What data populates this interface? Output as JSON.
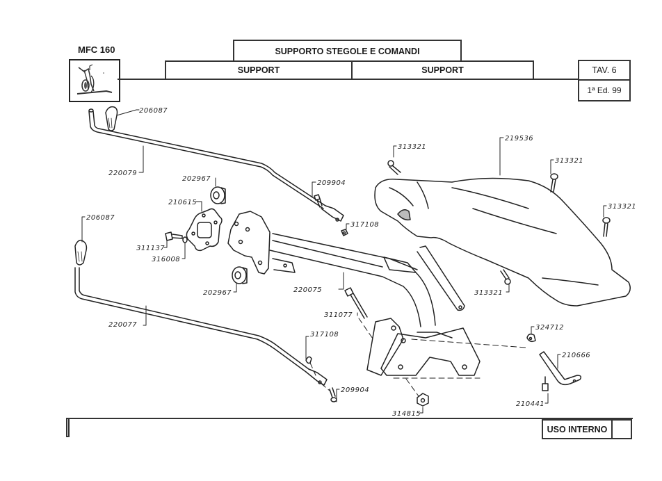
{
  "header": {
    "model": "MFC 160",
    "title_it": "SUPPORTO STEGOLE E COMANDI",
    "title_fr": "SUPPORT",
    "title_en": "SUPPORT",
    "plate": "TAV. 6",
    "edition": "1ª Ed. 99"
  },
  "footer": {
    "usage_label": "USO INTERNO"
  },
  "parts": [
    {
      "id": "p1",
      "code": "206087",
      "name": "grip-knob-upper"
    },
    {
      "id": "p2",
      "code": "220079",
      "name": "control-rod-upper"
    },
    {
      "id": "p3",
      "code": "202967",
      "name": "rubber-bushing-upper"
    },
    {
      "id": "p4",
      "code": "210615",
      "name": "flange-plate"
    },
    {
      "id": "p5",
      "code": "311137",
      "name": "bolt"
    },
    {
      "id": "p6",
      "code": "316008",
      "name": "washer"
    },
    {
      "id": "p7",
      "code": "209904",
      "name": "clevis-pin-upper"
    },
    {
      "id": "p8",
      "code": "317108",
      "name": "clip-upper"
    },
    {
      "id": "p9",
      "code": "206087",
      "name": "grip-knob-lower"
    },
    {
      "id": "p10",
      "code": "202967",
      "name": "rubber-bushing-lower"
    },
    {
      "id": "p11",
      "code": "220075",
      "name": "handlebar-support"
    },
    {
      "id": "p12",
      "code": "220077",
      "name": "control-rod-lower"
    },
    {
      "id": "p13",
      "code": "311077",
      "name": "long-bolt"
    },
    {
      "id": "p14",
      "code": "317108",
      "name": "clip-lower"
    },
    {
      "id": "p15",
      "code": "209904",
      "name": "clevis-pin-lower"
    },
    {
      "id": "p16",
      "code": "314815",
      "name": "nut"
    },
    {
      "id": "p17",
      "code": "313321",
      "name": "screw-left"
    },
    {
      "id": "p18",
      "code": "219536",
      "name": "cover-hood"
    },
    {
      "id": "p19",
      "code": "313321",
      "name": "screw-top"
    },
    {
      "id": "p20",
      "code": "313321",
      "name": "screw-right"
    },
    {
      "id": "p21",
      "code": "313321",
      "name": "screw-lower"
    },
    {
      "id": "p22",
      "code": "324712",
      "name": "cable-clip"
    },
    {
      "id": "p23",
      "code": "210666",
      "name": "bracket-arm"
    },
    {
      "id": "p24",
      "code": "210441",
      "name": "spacer-stud"
    }
  ]
}
